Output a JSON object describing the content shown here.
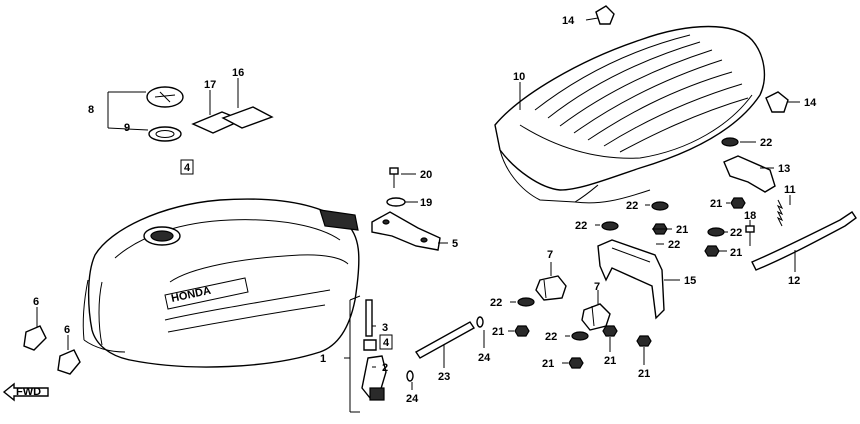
{
  "diagram": {
    "callouts": {
      "c1": "1",
      "c2": "2",
      "c3": "3",
      "c4a": "4",
      "c4b": "4",
      "c5": "5",
      "c6a": "6",
      "c6b": "6",
      "c7a": "7",
      "c7b": "7",
      "c8": "8",
      "c9": "9",
      "c10": "10",
      "c11": "11",
      "c12": "12",
      "c13": "13",
      "c14a": "14",
      "c14b": "14",
      "c15": "15",
      "c16": "16",
      "c17": "17",
      "c18": "18",
      "c19": "19",
      "c20": "20",
      "c21a": "21",
      "c21b": "21",
      "c21c": "21",
      "c21d": "21",
      "c21e": "21",
      "c21f": "21",
      "c21g": "21",
      "c22a": "22",
      "c22b": "22",
      "c22c": "22",
      "c22d": "22",
      "c22e": "22",
      "c22f": "22",
      "c23": "23",
      "c24a": "24",
      "c24b": "24"
    },
    "tank_emblem": "HONDA",
    "fwd_label": "FWD"
  }
}
